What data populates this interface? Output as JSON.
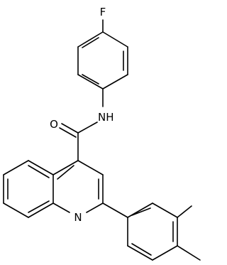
{
  "atoms": {
    "fluorine": "F",
    "amide_nitrogen": "NH",
    "carbonyl_oxygen": "O",
    "ring_nitrogen": "N"
  },
  "colors": {
    "bond": "#000000",
    "label": "#000000",
    "background": "#ffffff"
  }
}
